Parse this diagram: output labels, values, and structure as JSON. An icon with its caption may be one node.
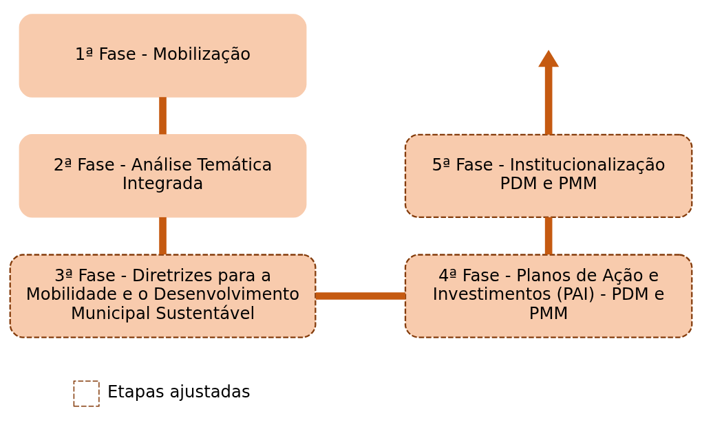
{
  "diagram": {
    "nodes": [
      {
        "text": [
          "1ª Fase - Mobilização"
        ]
      },
      {
        "text": [
          "2ª Fase - Análise Temática Integrada"
        ]
      },
      {
        "text": [
          "3ª Fase - Diretrizes para a Mobilidade e o Desenvolvimento Municipal Sustentável"
        ]
      },
      {
        "text": [
          "4ª Fase - Planos de Ação e Investimentos (PAI) - PDM e PMM"
        ]
      },
      {
        "text": [
          "5ª Fase - Institucionalização PDM e PMM"
        ]
      }
    ],
    "edges": [
      {
        "from": 0,
        "to": 1,
        "arrow": "none"
      },
      {
        "from": 1,
        "to": 2,
        "arrow": "none"
      },
      {
        "from": 2,
        "to": 3,
        "arrow": "none"
      },
      {
        "from": 3,
        "to": 4,
        "arrow": "none"
      },
      {
        "from": 4,
        "to": null,
        "arrow": "to"
      }
    ],
    "legend": [
      {
        "text": "Etapas ajustadas"
      }
    ]
  }
}
